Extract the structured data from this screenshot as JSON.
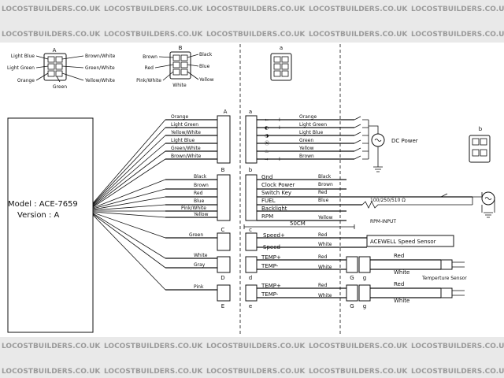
{
  "watermark": "LOCOSTBUILDERS.CO.UK",
  "colors": {
    "line": "#111111",
    "watermark": "#9a9a9a",
    "background": "#ffffff"
  },
  "connectors": {
    "A": {
      "letter": "A",
      "left": [
        "Light Blue",
        "Light Green",
        "Orange"
      ],
      "right": [
        "Brown/White",
        "Green/White",
        "Yellow/White"
      ],
      "bottom": "Green"
    },
    "B": {
      "letter": "B",
      "left": [
        "Brown",
        "Red",
        "Pink/White"
      ],
      "right": [
        "Black",
        "Blue",
        "Yellow"
      ],
      "bottom": "White"
    },
    "a": {
      "letter": "a"
    },
    "b": {
      "letter": "b"
    }
  },
  "model": {
    "line1": "Model : ACE-7659",
    "line2": "Version : A"
  },
  "groupA": {
    "letter": "A",
    "wires": [
      "Orange",
      "Light Green",
      "Yellow/White",
      "Light Blue",
      "Green/White",
      "Brown/White"
    ]
  },
  "groupB": {
    "letter": "B",
    "wires": [
      "Black",
      "Brown",
      "Red",
      "Blue",
      "Pink/White",
      "Yellow"
    ]
  },
  "connA_small": "a",
  "indicators": [
    {
      "sign": "+",
      "color": "Orange",
      "icon": "left-arrow-icon"
    },
    {
      "sign": "+",
      "color": "Light Green",
      "icon": "headlight-icon"
    },
    {
      "sign": "−",
      "color": "Light Blue",
      "icon": "highbeam-icon"
    },
    {
      "sign": "−",
      "color": "Green",
      "icon": "neutral-icon"
    },
    {
      "sign": "−",
      "color": "Yellow",
      "icon": "oil-icon"
    },
    {
      "sign": "+",
      "color": "Brown",
      "icon": "right-arrow-icon"
    }
  ],
  "dcPower": "DC Power",
  "connB_small": "b",
  "functions": [
    {
      "name": "Gnd",
      "color": "Black"
    },
    {
      "name": "Clock Power",
      "color": "Brown"
    },
    {
      "name": "Switch Key",
      "color": "Red"
    },
    {
      "name": "FUEL",
      "color": "Blue"
    },
    {
      "name": "Backlight",
      "color": ""
    },
    {
      "name": "RPM",
      "color": "Yellow"
    }
  ],
  "resistor": "100/250/510 Ω",
  "rpmInput": "RPM-INPUT",
  "length": "50CM",
  "speed": {
    "letter": "C",
    "small": "c",
    "plus": "Speed+",
    "minus": "Speed-",
    "plusColor": "Red",
    "minusColor": "White",
    "sensor": "ACEWELL Speed Sensor",
    "wireColor": "Green"
  },
  "temp1": {
    "letter": "D",
    "small": "d",
    "plus": "TEMP+",
    "minus": "TEMP-",
    "plusColor": "Red",
    "minusColor": "White",
    "wireTop": "White",
    "wireBottom": "Gray",
    "G": "G",
    "g": "g",
    "outRed": "Red",
    "outWhite": "White",
    "sensor": "Temperture Sensor"
  },
  "temp2": {
    "letter": "E",
    "small": "e",
    "plus": "TEMP+",
    "minus": "TEMP-",
    "plusColor": "Red",
    "minusColor": "White",
    "wire": "Pink",
    "G": "G",
    "g": "g",
    "outRed": "Red",
    "outWhite": "White"
  }
}
